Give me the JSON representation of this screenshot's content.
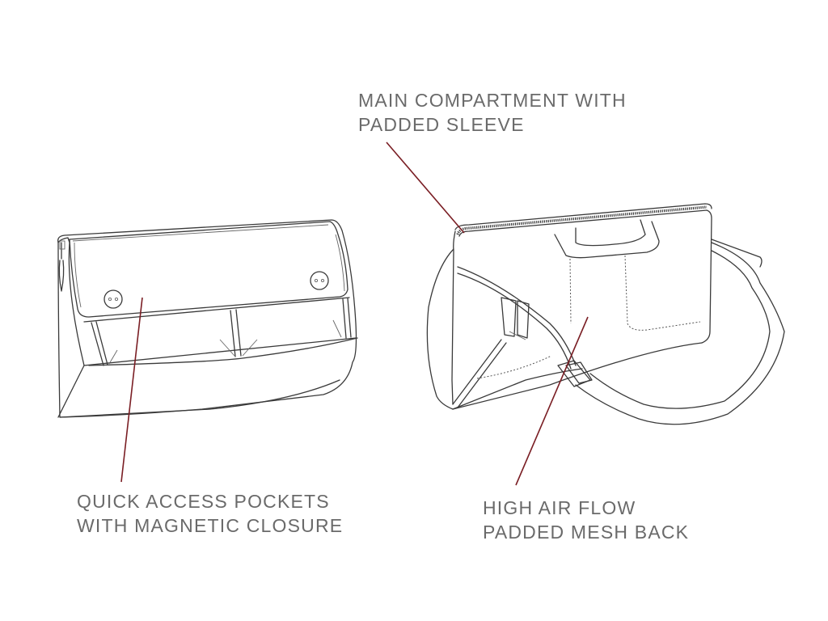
{
  "callouts": [
    {
      "id": "main-compartment",
      "lines": [
        "MAIN COMPARTMENT WITH",
        "PADDED SLEEVE"
      ]
    },
    {
      "id": "quick-access-pockets",
      "lines": [
        "QUICK ACCESS POCKETS",
        "WITH MAGNETIC CLOSURE"
      ]
    },
    {
      "id": "mesh-back",
      "lines": [
        "HIGH AIR FLOW",
        "PADDED MESH BACK"
      ]
    }
  ],
  "colors": {
    "leader_line": "#7a1e24",
    "label_text": "#6a6a6a",
    "line_art": "#3a3a3a",
    "background": "#ffffff"
  }
}
